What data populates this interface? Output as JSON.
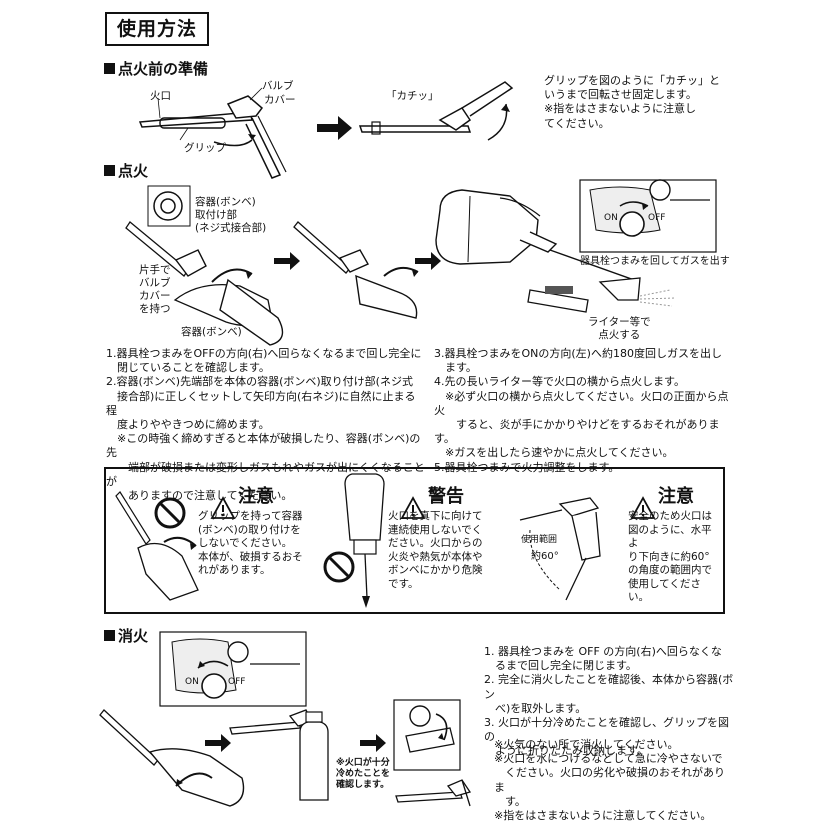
{
  "page": {
    "title": "使用方法"
  },
  "prep": {
    "heading": "点火前の準備",
    "label_nozzle": "火口",
    "label_valve_cover_1": "バルブ",
    "label_valve_cover_2": "カバー",
    "label_grip": "グリップ",
    "label_click": "「カチッ」",
    "note": [
      "グリップを図のように「カチッ」と",
      "いうまで回転させ固定します。",
      "※指をはさまないように注意し",
      "てください。"
    ]
  },
  "ignite": {
    "heading": "点火",
    "label_mount": [
      "容器(ボンベ)",
      "取付け部",
      "(ネジ式接合部)"
    ],
    "label_hold": [
      "片手で",
      "バルブ",
      "カバー",
      "を持つ"
    ],
    "label_can": "容器(ボンベ)",
    "label_knob": "器具栓つまみを回してガスを出す",
    "label_lighter": [
      "ライター等で",
      "点火する"
    ],
    "label_on": "ON",
    "label_off": "OFF",
    "steps_left": [
      "1.器具栓つまみをOFFの方向(右)へ回らなくなるまで回し完全に",
      "　閉じていることを確認します。",
      "2.容器(ボンベ)先端部を本体の容器(ボンベ)取り付け部(ネジ式",
      "　接合部)に正しくセットして矢印方向(右ネジ)に自然に止まる程",
      "　度よりややきつめに締めます。",
      "　※この時強く締めすぎると本体が破損したり、容器(ボンベ)の先",
      "　　端部が破損または変形しガスもれやガスが出にくくなることが",
      "　　ありますので注意してください。"
    ],
    "steps_right": [
      "3.器具栓つまみをONの方向(左)へ約180度回しガスを出し",
      "　ます。",
      "4.先の長いライター等で火口の横から点火します。",
      "　※必ず火口の横から点火してください。火口の正面から点火",
      "　　すると、炎が手にかかりやけどをするおそれがあります。",
      "　※ガスを出したら速やかに点火してください。",
      "5.器具栓つまみで火力調整をします。"
    ]
  },
  "cautions": {
    "caution1": {
      "title": "注意",
      "lines": [
        "グリップを持って容器",
        "(ボンベ)の取り付けを",
        "しないでください。",
        "本体が、破損するおそ",
        "れがあります。"
      ]
    },
    "warning": {
      "title": "警告",
      "lines": [
        "火口を真下に向けて",
        "連続使用しないでく",
        "ださい。火口からの",
        "火炎や熱気が本体や",
        "ボンベにかかり危険",
        "です。"
      ]
    },
    "caution2": {
      "title": "注意",
      "lines": [
        "安全のため火口は",
        "図のように、水平よ",
        "り下向きに約60°",
        "の角度の範囲内で",
        "使用してください。"
      ],
      "range_label": "使用範囲",
      "angle_label": "約60°"
    }
  },
  "extinguish": {
    "heading": "消火",
    "label_on": "ON",
    "label_off": "OFF",
    "note_cool": [
      "※火口が十分",
      "冷めたことを",
      "確認します。"
    ],
    "steps": [
      "1. 器具栓つまみを OFF の方向(右)へ回らなくな",
      "　るまで回し完全に閉じます。",
      "2. 完全に消火したことを確認後、本体から容器(ボン",
      "　べ)を取外します。",
      "3. 火口が十分冷めたことを確認し、グリップを図の",
      "　ように折りたたみ収納します。"
    ],
    "notes": [
      "※火気のない所で消火してください。",
      "※火口を水につけるなどして急に冷やさないで",
      "　ください。火口の劣化や破損のおそれがありま",
      "　す。",
      "※指をはさまないように注意してください。"
    ]
  }
}
